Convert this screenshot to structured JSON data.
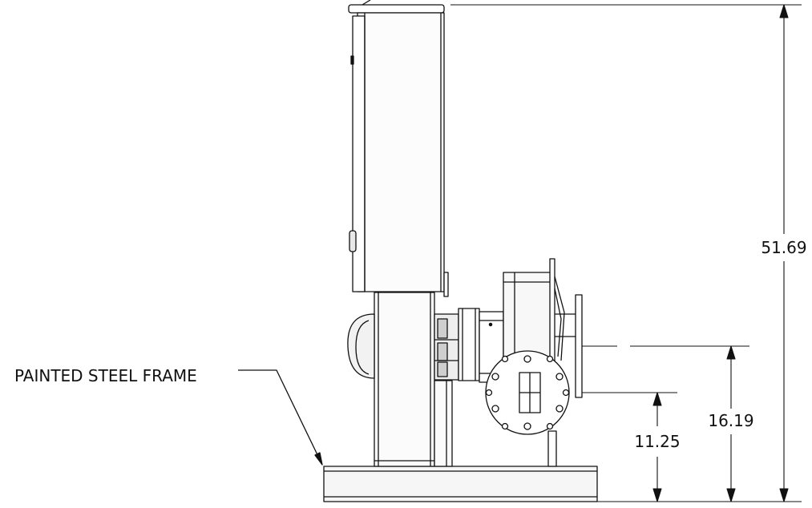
{
  "callout": {
    "label": "PAINTED STEEL FRAME"
  },
  "dimensions": {
    "overall_height": "51.69",
    "flange_height": "16.19",
    "outlet_height": "11.25"
  }
}
